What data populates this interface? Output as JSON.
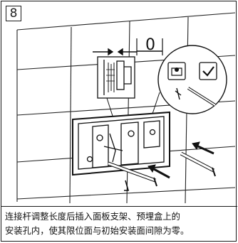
{
  "step": {
    "number": "8"
  },
  "illustration": {
    "gap_value": "0",
    "icons": {
      "hint": "box-with-bracket-icon",
      "confirm": "checkmark-icon"
    }
  },
  "caption": {
    "line1": "连接杆调整长度后插入面板支架、预埋盒上的",
    "line2": "安装孔内，使其限位面与初始安装面间隙为零。"
  }
}
